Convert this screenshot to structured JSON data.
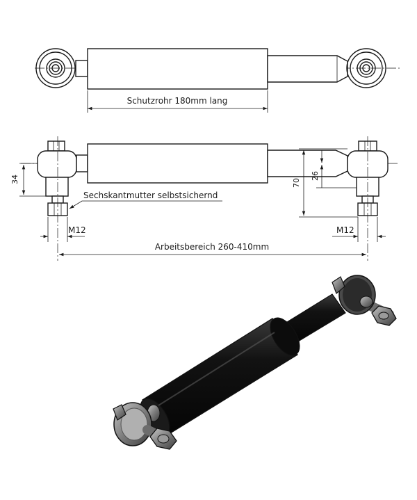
{
  "labels": {
    "tube": "Schutzrohr 180mm lang",
    "nut": "Sechskantmutter selbstsichernd",
    "dim_34": "34",
    "dim_70": "70",
    "dim_26": "26",
    "thread_left": "M12",
    "thread_right": "M12",
    "range": "Arbeitsbereich 260-410mm"
  },
  "colors": {
    "line": "#1a1a1a",
    "render_dark": "#151515",
    "render_metal": "#8a8a8a"
  }
}
